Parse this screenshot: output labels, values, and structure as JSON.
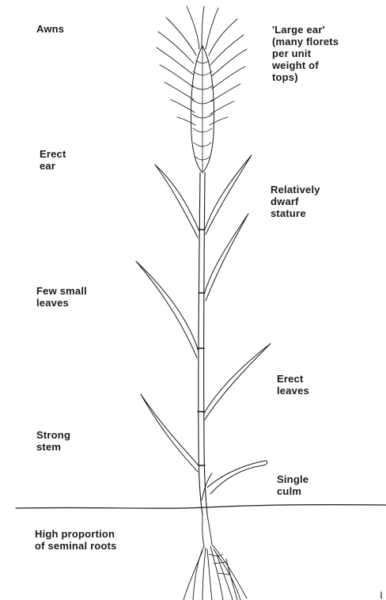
{
  "labels": {
    "awns": [
      "Awns"
    ],
    "large_ear": [
      "'Large ear'",
      "(many florets",
      "per unit",
      "weight of",
      "tops)"
    ],
    "erect_ear": [
      "Erect",
      "ear"
    ],
    "dwarf_stature": [
      "Relatively",
      "dwarf",
      "stature"
    ],
    "few_small_leaves": [
      "Few small",
      "leaves"
    ],
    "erect_leaves": [
      "Erect",
      "leaves"
    ],
    "strong_stem": [
      "Strong",
      "stem"
    ],
    "single_culm": [
      "Single",
      "culm"
    ],
    "seminal_roots": [
      "High proportion",
      "of seminal roots"
    ]
  },
  "colors": {
    "ink": "#1a1a1a",
    "background": "#ffffff"
  }
}
